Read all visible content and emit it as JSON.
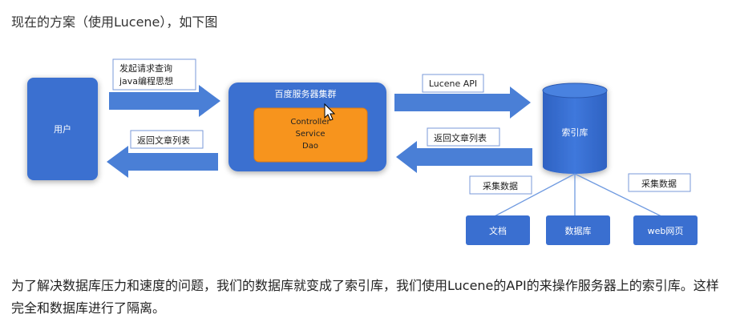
{
  "heading": "现在的方案（使用Lucene），如下图",
  "diagram": {
    "user_box": "用户",
    "server_cluster": "百度服务器集群",
    "inner_box": [
      "Controller",
      "Service",
      "Dao"
    ],
    "request_label": [
      "发起请求查询",
      "java编程思想"
    ],
    "return_label_left": "返回文章列表",
    "lucene_api_label": "Lucene  API",
    "return_label_right": "返回文章列表",
    "index_db": "索引库",
    "collect_label_left": "采集数据",
    "collect_label_right": "采集数据",
    "sources": [
      "文档",
      "数据库",
      "web网页"
    ],
    "colors": {
      "primary_blue": "#3a6fd0",
      "arrow_blue": "#4a7fd6",
      "orange": "#f7941d",
      "outline_blue": "#4472c4"
    }
  },
  "paragraph": "为了解决数据库压力和速度的问题，我们的数据库就变成了索引库，我们使用Lucene的API的来操作服务器上的索引库。这样完全和数据库进行了隔离。"
}
